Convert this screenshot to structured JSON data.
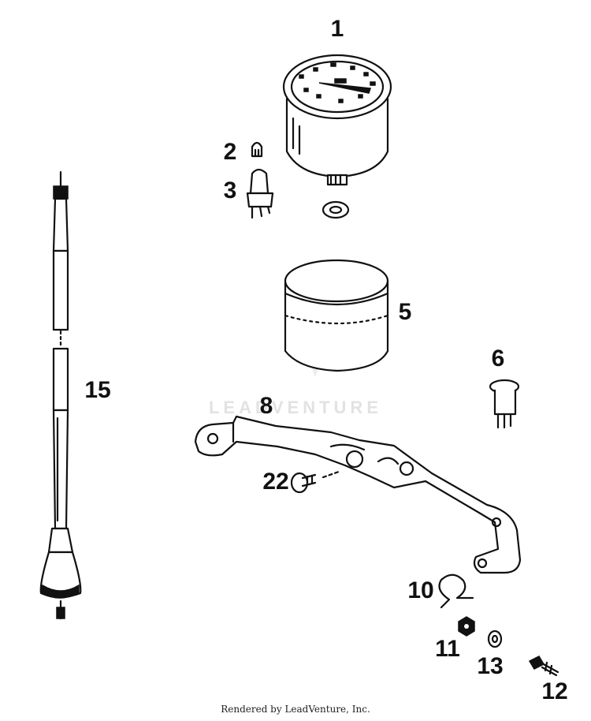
{
  "callouts": {
    "n1": "1",
    "n2": "2",
    "n3": "3",
    "n5": "5",
    "n6": "6",
    "n8": "8",
    "n10": "10",
    "n11": "11",
    "n12": "12",
    "n13": "13",
    "n15": "15",
    "n22": "22"
  },
  "watermark": "LEADVENTURE",
  "footer": "Rendered by LeadVenture, Inc.",
  "colors": {
    "ink": "#111111",
    "paper": "#ffffff",
    "watermark": "#e2e2e2"
  }
}
